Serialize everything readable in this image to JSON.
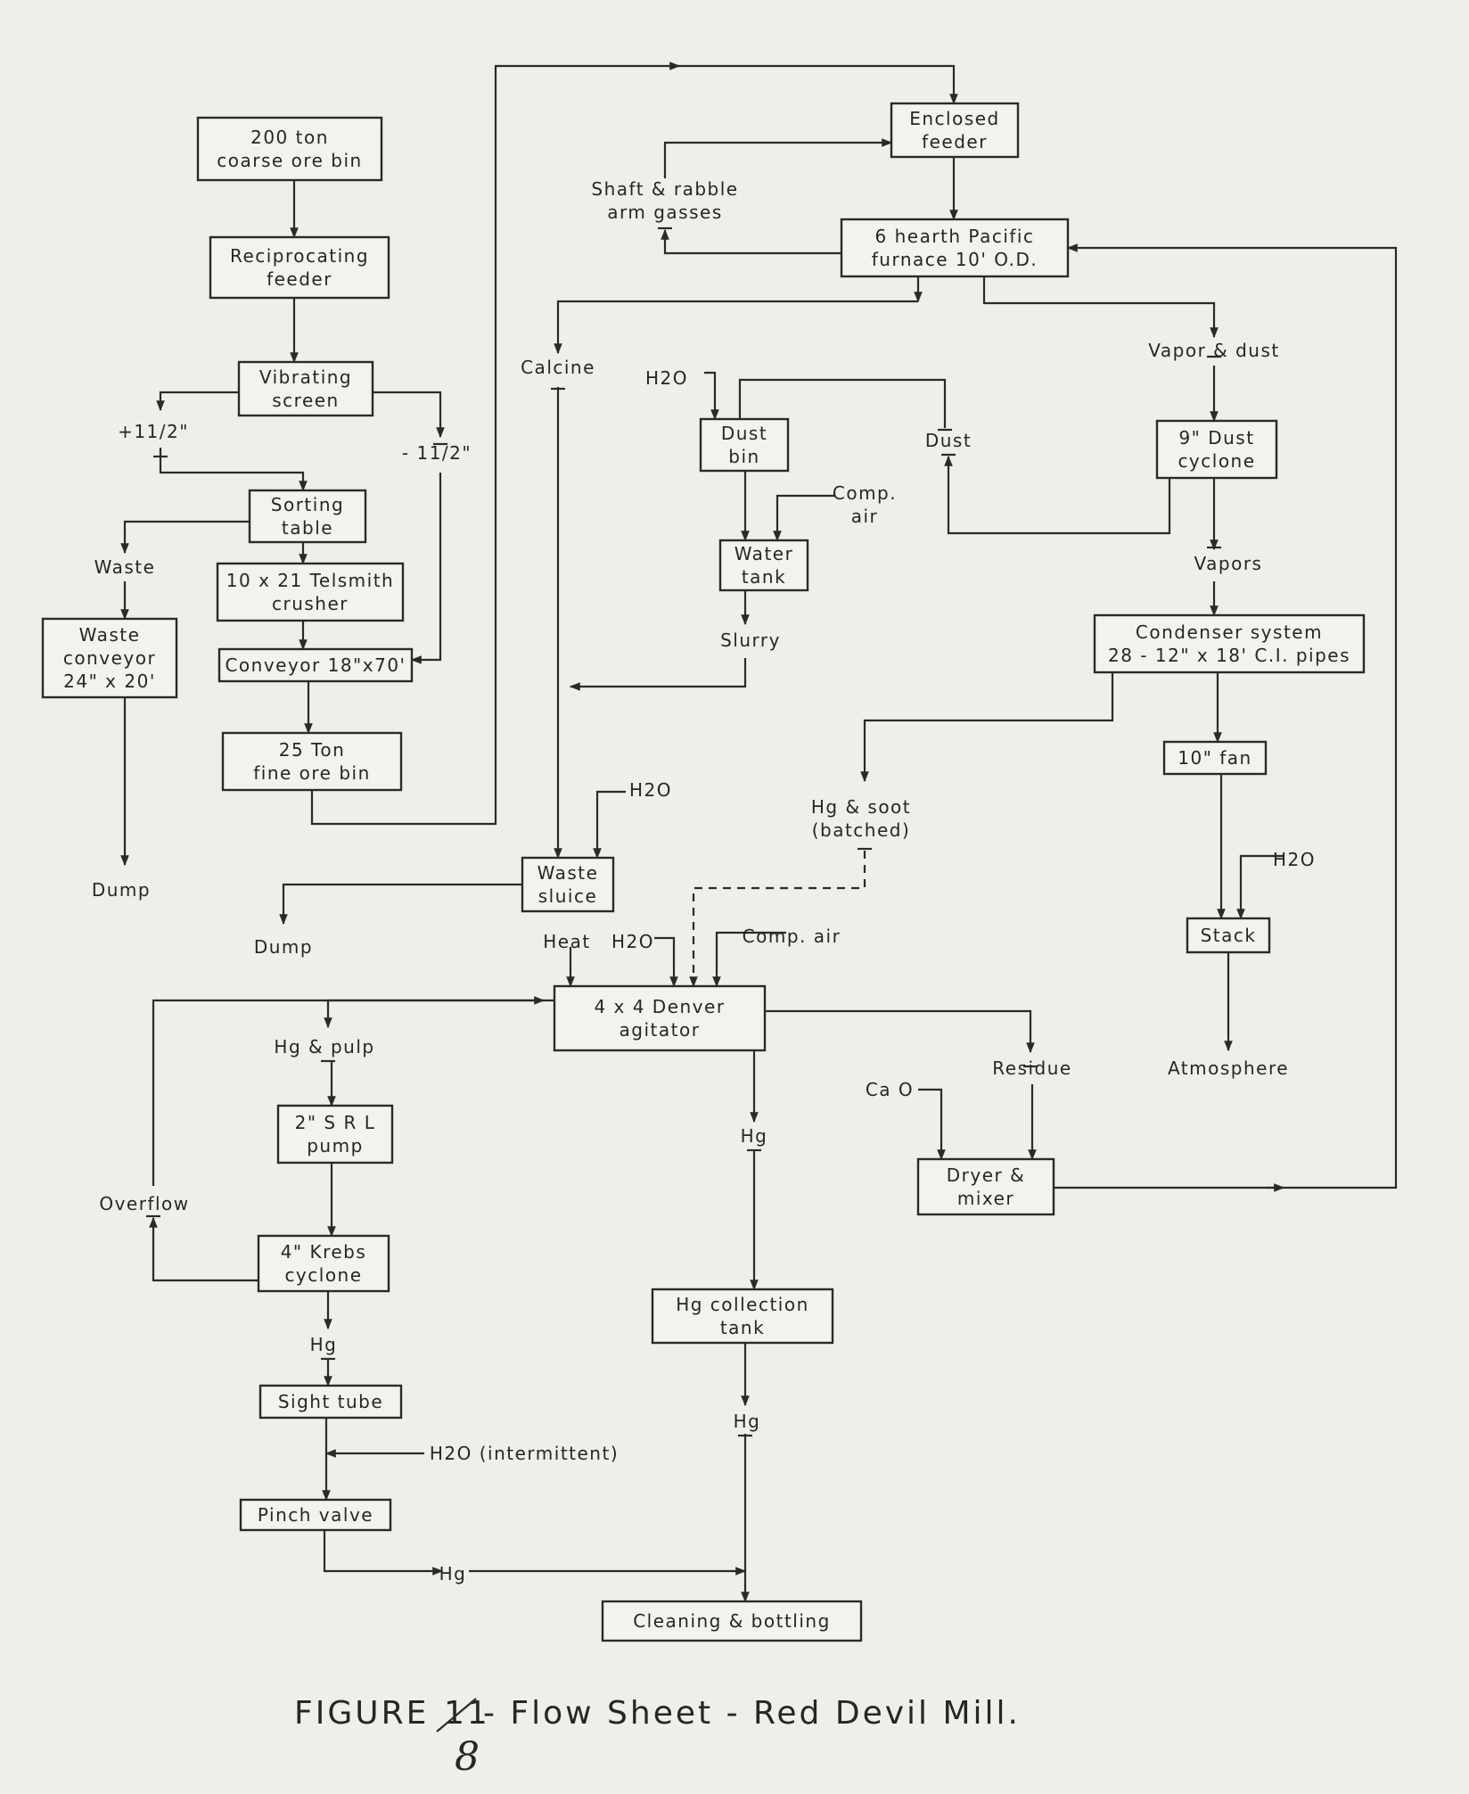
{
  "diagram": {
    "nodes": [
      {
        "id": "coarse_bin",
        "lines": [
          "200 ton",
          "coarse ore bin"
        ]
      },
      {
        "id": "recip_feeder",
        "lines": [
          "Reciprocating",
          "feeder"
        ]
      },
      {
        "id": "vib_screen",
        "lines": [
          "Vibrating",
          "screen"
        ]
      },
      {
        "id": "plus_size",
        "lines": [
          "+11/2\""
        ]
      },
      {
        "id": "minus_size",
        "lines": [
          "- 11/2\""
        ]
      },
      {
        "id": "sorting_table",
        "lines": [
          "Sorting",
          "table"
        ]
      },
      {
        "id": "waste_label",
        "lines": [
          "Waste"
        ]
      },
      {
        "id": "waste_conveyor",
        "lines": [
          "Waste",
          "conveyor",
          "24\" x 20'"
        ]
      },
      {
        "id": "dump1",
        "lines": [
          "Dump"
        ]
      },
      {
        "id": "crusher",
        "lines": [
          "10 x 21 Telsmith",
          "crusher"
        ]
      },
      {
        "id": "conveyor",
        "lines": [
          "Conveyor 18\"x70'"
        ]
      },
      {
        "id": "fine_bin",
        "lines": [
          "25 Ton",
          "fine ore bin"
        ]
      },
      {
        "id": "enclosed_feeder",
        "lines": [
          "Enclosed",
          "feeder"
        ]
      },
      {
        "id": "shaft_gasses",
        "lines": [
          "Shaft & rabble",
          "arm gasses"
        ]
      },
      {
        "id": "furnace",
        "lines": [
          "6 hearth Pacific",
          "furnace 10' O.D."
        ]
      },
      {
        "id": "calcine",
        "lines": [
          "Calcine"
        ]
      },
      {
        "id": "h2o_dustbin",
        "lines": [
          "H2O"
        ]
      },
      {
        "id": "dust_bin",
        "lines": [
          "Dust",
          "bin"
        ]
      },
      {
        "id": "dust",
        "lines": [
          "Dust"
        ]
      },
      {
        "id": "vapor_dust",
        "lines": [
          "Vapor & dust"
        ]
      },
      {
        "id": "dust_cyclone",
        "lines": [
          "9\" Dust",
          "cyclone"
        ]
      },
      {
        "id": "comp_air1",
        "lines": [
          "Comp.",
          "air"
        ]
      },
      {
        "id": "water_tank",
        "lines": [
          "Water",
          "tank"
        ]
      },
      {
        "id": "vapors",
        "lines": [
          "Vapors"
        ]
      },
      {
        "id": "slurry",
        "lines": [
          "Slurry"
        ]
      },
      {
        "id": "condenser",
        "lines": [
          "Condenser system",
          "28 - 12\" x 18' C.I. pipes"
        ]
      },
      {
        "id": "fan",
        "lines": [
          "10\" fan"
        ]
      },
      {
        "id": "h2o_sluice",
        "lines": [
          "H2O"
        ]
      },
      {
        "id": "hg_soot",
        "lines": [
          "Hg & soot",
          "(batched)"
        ]
      },
      {
        "id": "waste_sluice",
        "lines": [
          "Waste",
          "sluice"
        ]
      },
      {
        "id": "dump2",
        "lines": [
          "Dump"
        ]
      },
      {
        "id": "h2o_stack",
        "lines": [
          "H2O"
        ]
      },
      {
        "id": "stack",
        "lines": [
          "Stack"
        ]
      },
      {
        "id": "heat",
        "lines": [
          "Heat"
        ]
      },
      {
        "id": "h2o_agitator",
        "lines": [
          "H2O"
        ]
      },
      {
        "id": "comp_air2",
        "lines": [
          "Comp. air"
        ]
      },
      {
        "id": "agitator",
        "lines": [
          "4 x 4 Denver",
          "agitator"
        ]
      },
      {
        "id": "hg_pulp",
        "lines": [
          "Hg & pulp"
        ]
      },
      {
        "id": "residue",
        "lines": [
          "Residue"
        ]
      },
      {
        "id": "atmosphere",
        "lines": [
          "Atmosphere"
        ]
      },
      {
        "id": "cao",
        "lines": [
          "Ca O"
        ]
      },
      {
        "id": "srl_pump",
        "lines": [
          "2\" S R L",
          "pump"
        ]
      },
      {
        "id": "hg_mid",
        "lines": [
          "Hg"
        ]
      },
      {
        "id": "overflow",
        "lines": [
          "Overflow"
        ]
      },
      {
        "id": "dryer",
        "lines": [
          "Dryer &",
          "mixer"
        ]
      },
      {
        "id": "krebs",
        "lines": [
          "4\" Krebs",
          "cyclone"
        ]
      },
      {
        "id": "hg_tank",
        "lines": [
          "Hg collection",
          "tank"
        ]
      },
      {
        "id": "hg_krebs",
        "lines": [
          "Hg"
        ]
      },
      {
        "id": "sight_tube",
        "lines": [
          "Sight tube"
        ]
      },
      {
        "id": "hg_tank_out",
        "lines": [
          "Hg"
        ]
      },
      {
        "id": "h2o_intermittent",
        "lines": [
          "H2O (intermittent)"
        ]
      },
      {
        "id": "pinch_valve",
        "lines": [
          "Pinch valve"
        ]
      },
      {
        "id": "hg_pinch",
        "lines": [
          "Hg"
        ]
      },
      {
        "id": "cleaning",
        "lines": [
          "Cleaning & bottling"
        ]
      }
    ]
  },
  "caption": {
    "figure_word": "FIGURE",
    "struck_number": "11",
    "handwritten_number": "8",
    "title": "- Flow Sheet - Red Devil Mill."
  }
}
